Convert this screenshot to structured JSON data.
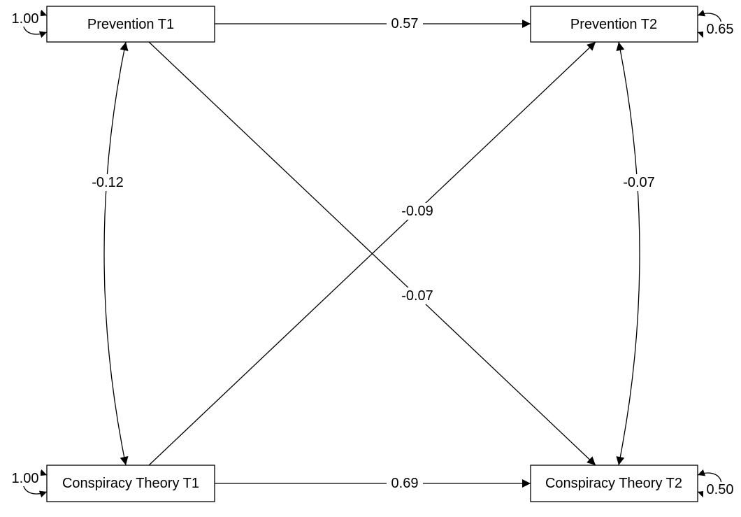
{
  "nodes": {
    "prevention_t1": "Prevention T1",
    "prevention_t2": "Prevention T2",
    "conspiracy_t1": "Conspiracy Theory T1",
    "conspiracy_t2": "Conspiracy Theory T2"
  },
  "variances": {
    "prevention_t1": "1.00",
    "prevention_t2": "0.65",
    "conspiracy_t1": "1.00",
    "conspiracy_t2": "0.50"
  },
  "paths": {
    "prevention_t1_to_t2": "0.57",
    "conspiracy_t1_to_t2": "0.69",
    "prevention_t1_to_conspiracy_t2": "-0.07",
    "conspiracy_t1_to_prevention_t2": "-0.09"
  },
  "covariances": {
    "t1": "-0.12",
    "t2": "-0.07"
  }
}
